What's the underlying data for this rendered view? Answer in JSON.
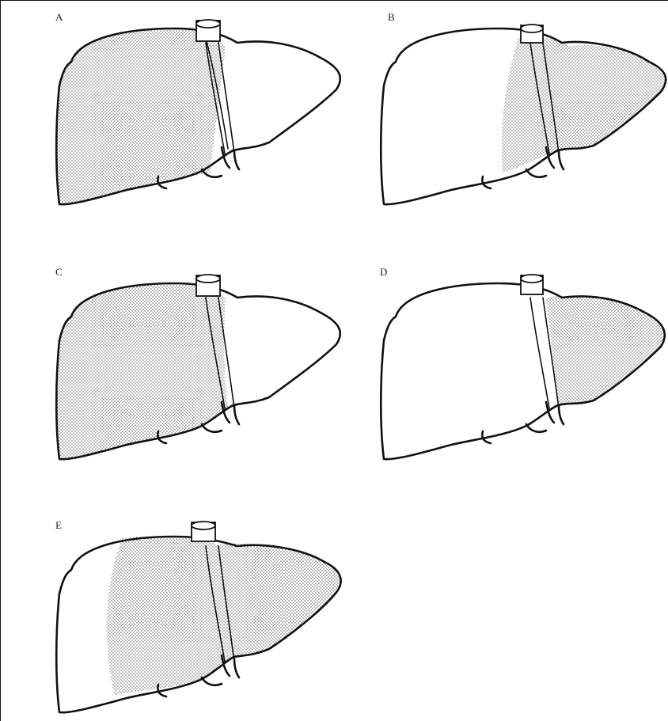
{
  "panels": [
    {
      "label": "A",
      "shaded_region": "right-lobe"
    },
    {
      "label": "B",
      "shaded_region": "left-lobe"
    },
    {
      "label": "C",
      "shaded_region": "right-lobe"
    },
    {
      "label": "D",
      "shaded_region": "left-lobe"
    },
    {
      "label": "E",
      "shaded_region": "left-and-medial"
    }
  ],
  "colors": {
    "line": "#111111",
    "stipple": "#333333",
    "background": "#ffffff"
  }
}
